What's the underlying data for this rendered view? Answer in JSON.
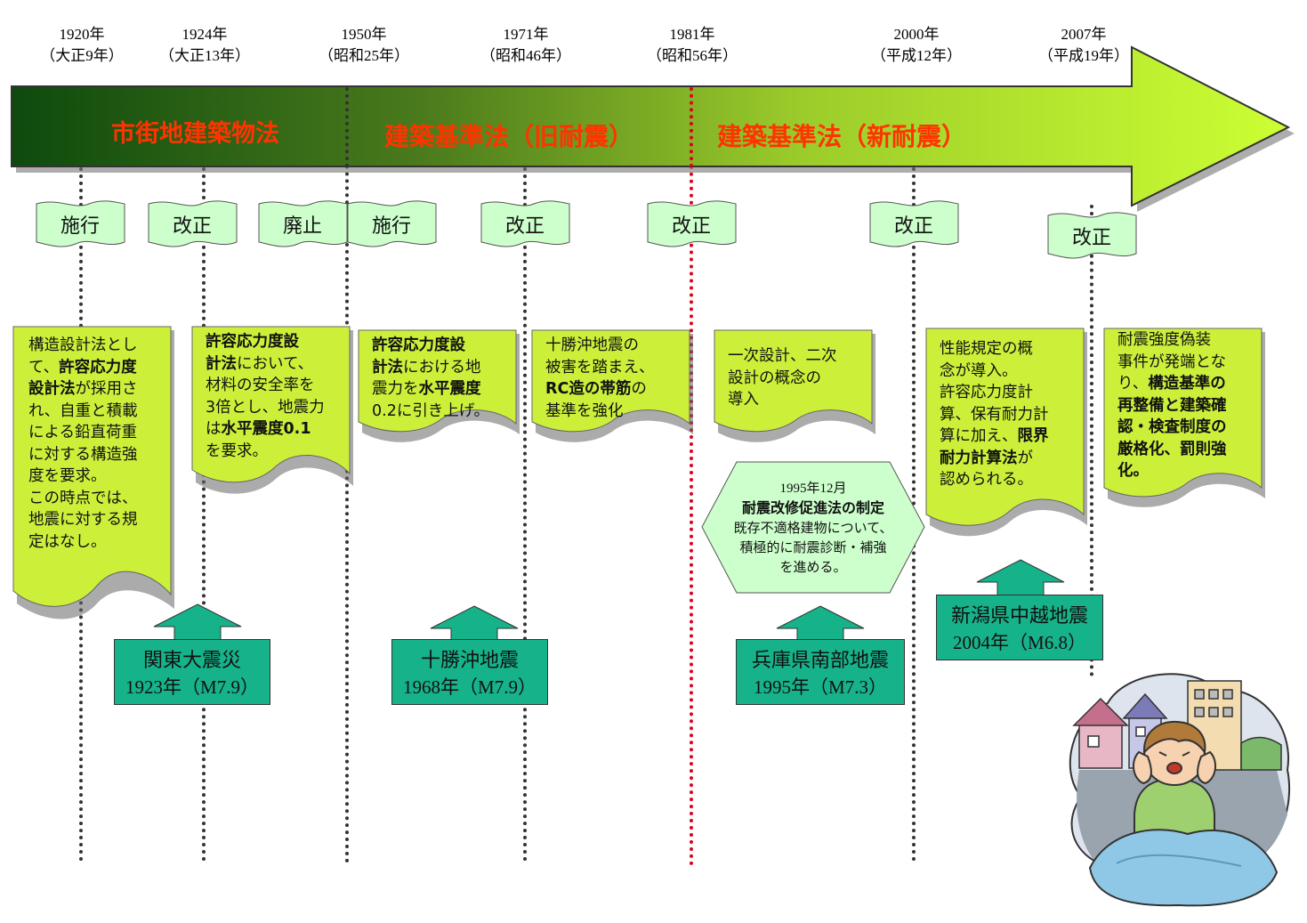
{
  "years": [
    {
      "year": "1920年",
      "era": "（大正9年）"
    },
    {
      "year": "1924年",
      "era": "（大正13年）"
    },
    {
      "year": "1950年",
      "era": "（昭和25年）"
    },
    {
      "year": "1971年",
      "era": "（昭和46年）"
    },
    {
      "year": "1981年",
      "era": "（昭和56年）"
    },
    {
      "year": "2000年",
      "era": "（平成12年）"
    },
    {
      "year": "2007年",
      "era": "（平成19年）"
    }
  ],
  "eras": {
    "law1": "市街地建築物法",
    "law2": "建築基準法（旧耐震）",
    "law3": "建築基準法（新耐震）"
  },
  "tags": [
    "施行",
    "改正",
    "廃止",
    "施行",
    "改正",
    "改正",
    "改正",
    "改正"
  ],
  "notes": {
    "n1": [
      {
        "text": "構造設計法とし",
        "bold": false
      },
      {
        "text": "て、",
        "bold": false,
        "rest": "許容応力度"
      },
      {
        "text": "設計法",
        "bold": true,
        "rest": "が採用さ"
      },
      {
        "text": "れ、自重と積載",
        "bold": false
      },
      {
        "text": "による鉛直荷重",
        "bold": false
      },
      {
        "text": "に対する構造強",
        "bold": false
      },
      {
        "text": "度を要求。",
        "bold": false
      },
      {
        "text": "この時点では、",
        "bold": false
      },
      {
        "text": "地震に対する規",
        "bold": false
      },
      {
        "text": "定はなし。",
        "bold": false
      }
    ],
    "n2": {
      "l1": "許容応力度設",
      "l2b": "計法",
      "l2": "において、",
      "l3": "材料の安全率を",
      "l4": "3倍とし、地震力",
      "l5a": "は",
      "l5b": "水平震度0.1",
      "l6": "を要求。"
    },
    "n3": {
      "l1": "許容応力度設",
      "l2b": "計法",
      "l2": "における地",
      "l3a": "震力を",
      "l3b": "水平震度",
      "l4": "0.2に引き上げ。"
    },
    "n4": {
      "l1": "十勝沖地震の",
      "l2": "被害を踏まえ、",
      "l3b": "RC造の帯筋",
      "l3": "の",
      "l4": "基準を強化"
    },
    "n5": {
      "l1": "一次設計、二次",
      "l2": "設計の概念の",
      "l3": "導入"
    },
    "n6": {
      "l1": "性能規定の概",
      "l2": "念が導入。",
      "l3": "許容応力度計",
      "l4": "算、保有耐力計",
      "l5a": "算に加え、",
      "l5b": "限界",
      "l6b": "耐力計算法",
      "l6": "が",
      "l7": "認められる。"
    },
    "n7": {
      "l1": "耐震強度偽装",
      "l2": "事件が発端とな",
      "l3a": "り、",
      "l3b": "構造基準の",
      "l4b": "再整備と建築確",
      "l5b": "認・検査制度の",
      "l6b": "厳格化、罰則強",
      "l7b": "化。"
    }
  },
  "hexagon": {
    "date": "1995年12月",
    "title": "耐震改修促進法の制定",
    "line1": "既存不適格建物について、",
    "line2": "積極的に耐震診断・補強",
    "line3": "を進める。"
  },
  "quakes": [
    {
      "name": "関東大震災",
      "date": "1923年（M7.9）"
    },
    {
      "name": "十勝沖地震",
      "date": "1968年（M7.9）"
    },
    {
      "name": "兵庫県南部地震",
      "date": "1995年（M7.3）"
    },
    {
      "name": "新潟県中越地震",
      "date": "2004年（M6.8）"
    }
  ],
  "colors": {
    "arrow_dark": "#0d4a0d",
    "arrow_light": "#ccff33",
    "law_text": "#ff3300",
    "note_fill": "#ccf03a",
    "tag_fill": "#ccffcc",
    "quake_fill": "#16b28a",
    "hex_fill": "#ccffcc",
    "red_line": "#e0001a"
  }
}
